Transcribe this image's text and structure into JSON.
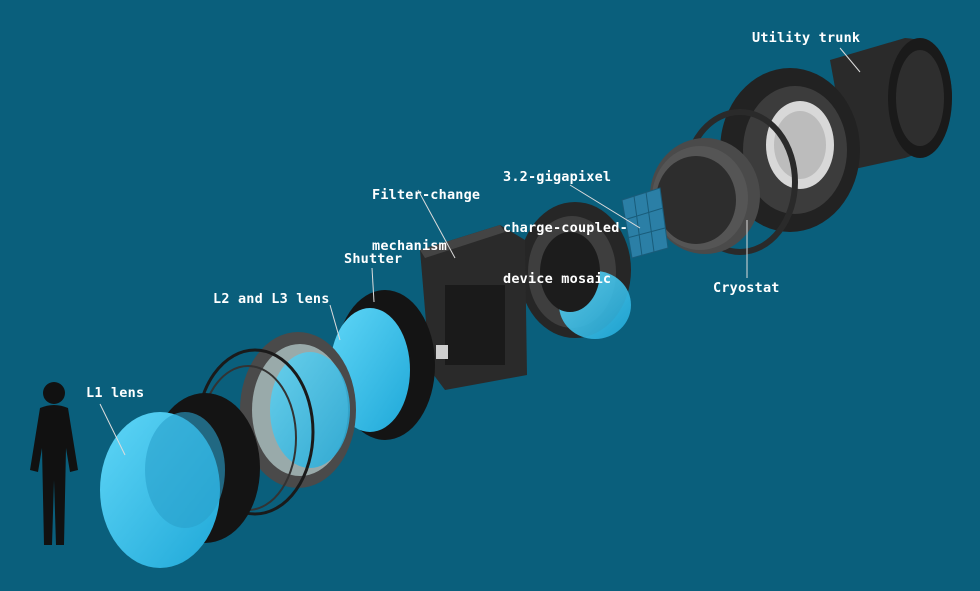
{
  "labels": {
    "utility_trunk": "Utility trunk",
    "ccd_line1": "3.2-gigapixel",
    "ccd_line2": "charge-coupled-",
    "ccd_line3": "device mosaic",
    "filter_line1": "Filter-change",
    "filter_line2": "mechanism",
    "shutter": "Shutter",
    "l2_l3_lens": "L2 and L3 lens",
    "l1_lens": "L1 lens",
    "cryostat": "Cryostat"
  },
  "colors": {
    "background": "#0a5f7c",
    "lens_blue": "#36c5f0",
    "hardware_dark": "#1e1e1e",
    "hardware_mid": "#3a3a3a",
    "label_text": "#ffffff"
  }
}
